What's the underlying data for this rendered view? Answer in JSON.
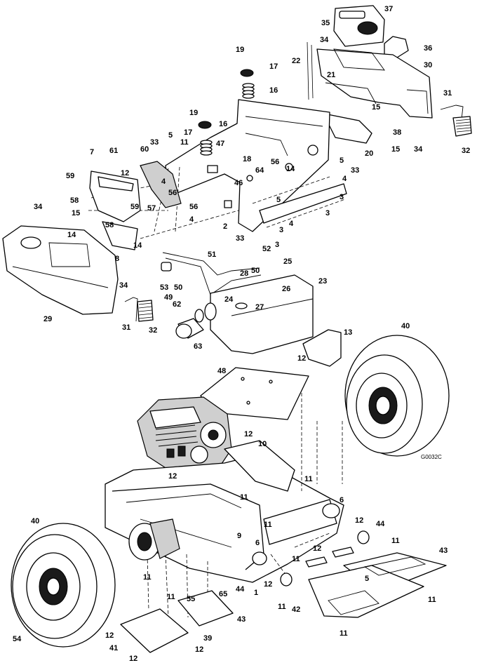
{
  "figure_ref": "G0032C",
  "callouts": [
    {
      "n": "35"
    },
    {
      "n": "37"
    },
    {
      "n": "36"
    },
    {
      "n": "34"
    },
    {
      "n": "22"
    },
    {
      "n": "19"
    },
    {
      "n": "17"
    },
    {
      "n": "21"
    },
    {
      "n": "30"
    },
    {
      "n": "16"
    },
    {
      "n": "15"
    },
    {
      "n": "31"
    },
    {
      "n": "38"
    },
    {
      "n": "34"
    },
    {
      "n": "32"
    },
    {
      "n": "19"
    },
    {
      "n": "17"
    },
    {
      "n": "16"
    },
    {
      "n": "20"
    },
    {
      "n": "15"
    },
    {
      "n": "5"
    },
    {
      "n": "11"
    },
    {
      "n": "33"
    },
    {
      "n": "47"
    },
    {
      "n": "18"
    },
    {
      "n": "56"
    },
    {
      "n": "14"
    },
    {
      "n": "7"
    },
    {
      "n": "61"
    },
    {
      "n": "60"
    },
    {
      "n": "64"
    },
    {
      "n": "5"
    },
    {
      "n": "33"
    },
    {
      "n": "12"
    },
    {
      "n": "4"
    },
    {
      "n": "46"
    },
    {
      "n": "4"
    },
    {
      "n": "59"
    },
    {
      "n": "56"
    },
    {
      "n": "3"
    },
    {
      "n": "5"
    },
    {
      "n": "58"
    },
    {
      "n": "59"
    },
    {
      "n": "56"
    },
    {
      "n": "34"
    },
    {
      "n": "15"
    },
    {
      "n": "57"
    },
    {
      "n": "4"
    },
    {
      "n": "4"
    },
    {
      "n": "3"
    },
    {
      "n": "2"
    },
    {
      "n": "3"
    },
    {
      "n": "58"
    },
    {
      "n": "33"
    },
    {
      "n": "14"
    },
    {
      "n": "3"
    },
    {
      "n": "52"
    },
    {
      "n": "51"
    },
    {
      "n": "25"
    },
    {
      "n": "14"
    },
    {
      "n": "50"
    },
    {
      "n": "53"
    },
    {
      "n": "50"
    },
    {
      "n": "8"
    },
    {
      "n": "23"
    },
    {
      "n": "28"
    },
    {
      "n": "26"
    },
    {
      "n": "34"
    },
    {
      "n": "49"
    },
    {
      "n": "27"
    },
    {
      "n": "29"
    },
    {
      "n": "24"
    },
    {
      "n": "62"
    },
    {
      "n": "31"
    },
    {
      "n": "32"
    },
    {
      "n": "63"
    },
    {
      "n": "40"
    },
    {
      "n": "13"
    },
    {
      "n": "12"
    },
    {
      "n": "48"
    },
    {
      "n": "12"
    },
    {
      "n": "10"
    },
    {
      "n": "12"
    },
    {
      "n": "11"
    },
    {
      "n": "11"
    },
    {
      "n": "6"
    },
    {
      "n": "40"
    },
    {
      "n": "12"
    },
    {
      "n": "44"
    },
    {
      "n": "9"
    },
    {
      "n": "11"
    },
    {
      "n": "6"
    },
    {
      "n": "11"
    },
    {
      "n": "12"
    },
    {
      "n": "43"
    },
    {
      "n": "11"
    },
    {
      "n": "5"
    },
    {
      "n": "12"
    },
    {
      "n": "1"
    },
    {
      "n": "11"
    },
    {
      "n": "11"
    },
    {
      "n": "65"
    },
    {
      "n": "44"
    },
    {
      "n": "11"
    },
    {
      "n": "42"
    },
    {
      "n": "11"
    },
    {
      "n": "55"
    },
    {
      "n": "43"
    },
    {
      "n": "11"
    },
    {
      "n": "12"
    },
    {
      "n": "39"
    },
    {
      "n": "54"
    },
    {
      "n": "12"
    },
    {
      "n": "41"
    },
    {
      "n": "12"
    }
  ]
}
